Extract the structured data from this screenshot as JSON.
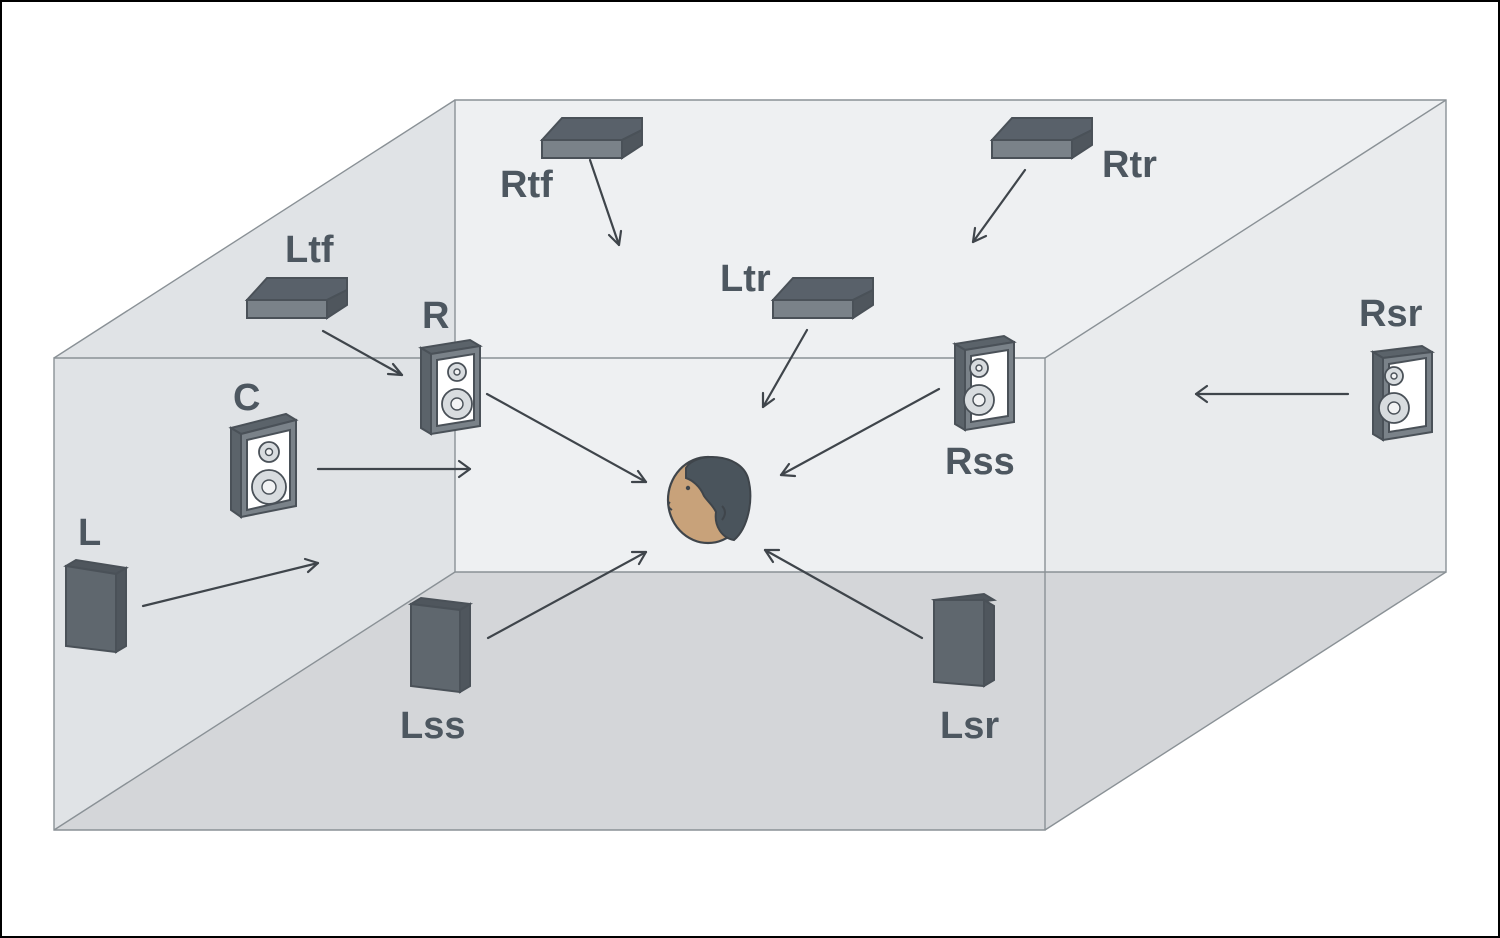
{
  "diagram": {
    "colors": {
      "background": "#ffffff",
      "back_wall": "#eef0f2",
      "left_wall": "#e0e3e6",
      "right_wall": "#e9ebed",
      "floor": "#d4d6d9",
      "speaker": "#5f676e",
      "label": "#4d5760",
      "arrow": "#3f454b",
      "skin": "#c8a27a",
      "hair": "#4a545c"
    },
    "labels": {
      "L": "L",
      "C": "C",
      "R": "R",
      "Ltf": "Ltf",
      "Rtf": "Rtf",
      "Ltr": "Ltr",
      "Rtr": "Rtr",
      "Rss": "Rss",
      "Rsr": "Rsr",
      "Lss": "Lss",
      "Lsr": "Lsr"
    },
    "icons": {
      "listener": "listener-head-icon",
      "floor_speaker": "floor-speaker-icon",
      "bookshelf_speaker": "bookshelf-speaker-icon",
      "ceiling_speaker": "ceiling-speaker-icon"
    }
  }
}
